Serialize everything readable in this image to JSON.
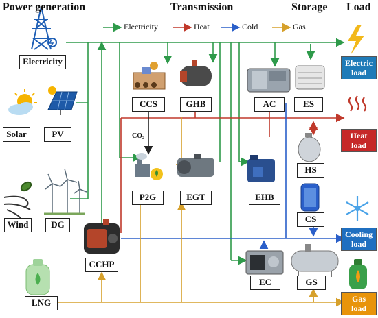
{
  "headers": {
    "power_generation": "Power generation",
    "transmission": "Transmission",
    "storage": "Storage",
    "load": "Load"
  },
  "legend": {
    "electricity": "Electricity",
    "heat": "Heat",
    "cold": "Cold",
    "gas": "Gas"
  },
  "colors": {
    "electricity": "#2e9a4a",
    "heat": "#c0392b",
    "cold": "#2a5fc9",
    "gas": "#d6a02b",
    "electric_load": "#1f7bb8",
    "heat_load": "#c62828",
    "cooling_load": "#1f6fc0",
    "gas_load": "#e8940a"
  },
  "sources": {
    "electricity": "Electricity",
    "solar": "Solar",
    "pv": "PV",
    "wind": "Wind",
    "dg": "DG",
    "cchp": "CCHP",
    "lng": "LNG"
  },
  "devices": {
    "ccs": "CCS",
    "ghb": "GHB",
    "p2g": "P2G",
    "egt": "EGT",
    "ehb": "EHB",
    "ec": "EC",
    "ac": "AC"
  },
  "storage": {
    "es": "ES",
    "hs": "HS",
    "cs": "CS",
    "gs": "GS"
  },
  "loads": {
    "electric_line1": "Electric",
    "electric_line2": "load",
    "heat_line1": "Heat",
    "heat_line2": "load",
    "cooling_line1": "Cooling",
    "cooling_line2": "load",
    "gas_line1": "Gas",
    "gas_line2": "load"
  },
  "co2_label": "CO₂"
}
